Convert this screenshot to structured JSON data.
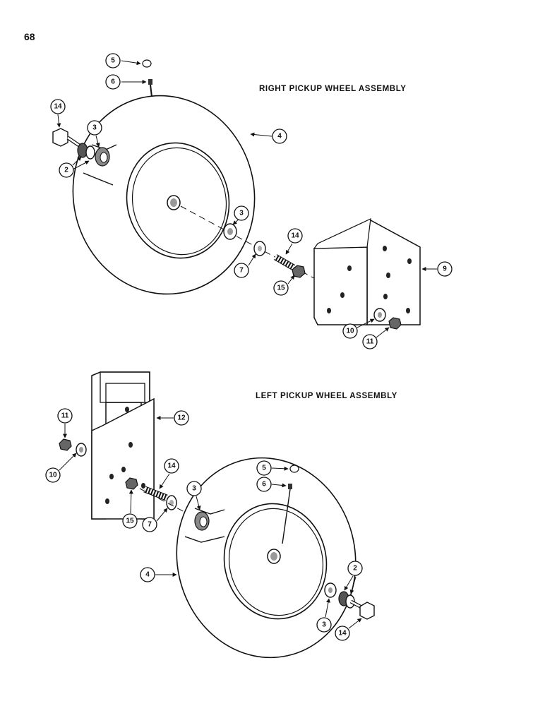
{
  "page_number": "68",
  "right_assembly": {
    "title": "RIGHT PICKUP WHEEL ASSEMBLY",
    "callouts": {
      "c5": "5",
      "c6": "6",
      "c4": "4",
      "c14a": "14",
      "c3a": "3",
      "c2": "2",
      "c3b": "3",
      "c14b": "14",
      "c7": "7",
      "c15": "15",
      "c9": "9",
      "c10": "10",
      "c11": "11"
    }
  },
  "left_assembly": {
    "title": "LEFT PICKUP WHEEL ASSEMBLY",
    "callouts": {
      "c11": "11",
      "c10": "10",
      "c12": "12",
      "c14a": "14",
      "c3a": "3",
      "c15": "15",
      "c7": "7",
      "c5": "5",
      "c6": "6",
      "c4": "4",
      "c2": "2",
      "c3b": "3",
      "c14b": "14"
    }
  }
}
